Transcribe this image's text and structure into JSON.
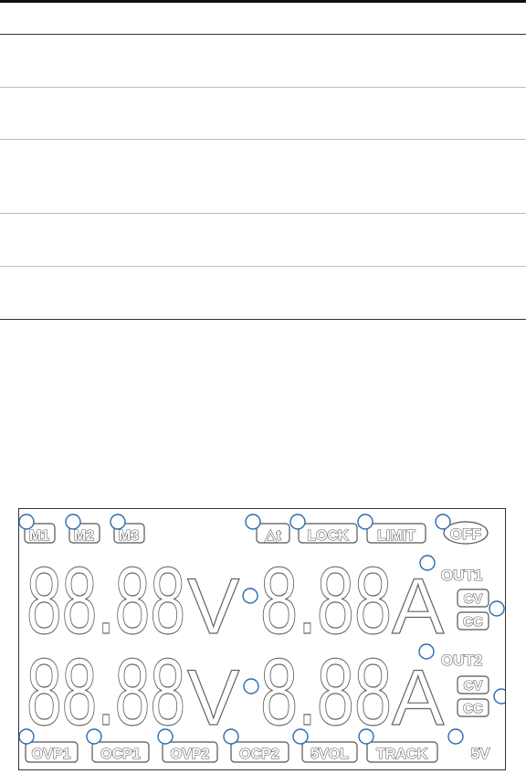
{
  "table": {
    "rows": [
      "",
      "",
      "",
      "",
      ""
    ]
  },
  "panel": {
    "top_labels": {
      "m1": "M1",
      "m2": "M2",
      "m3": "M3",
      "delta_t": "△t",
      "lock": "LOCK",
      "limit": "LIMIT",
      "off": "OFF"
    },
    "display_1": {
      "volts_digits": "88.88",
      "volts_unit": "V",
      "amps_digits": "8.88",
      "amps_unit": "A",
      "out_label": "OUT1",
      "cv": "CV",
      "cc": "CC"
    },
    "display_2": {
      "volts_digits": "88.88",
      "volts_unit": "V",
      "amps_digits": "8.88",
      "amps_unit": "A",
      "out_label": "OUT2",
      "cv": "CV",
      "cc": "CC"
    },
    "bottom_labels": {
      "ovp1": "OVP1",
      "ocp1": "OCP1",
      "ovp2": "OVP2",
      "ocp2": "OCP2",
      "fivevol": "5VOL",
      "track": "TRACK",
      "fivev": "5V"
    }
  },
  "colors": {
    "callout": "#2b6cb0",
    "outline": "#555555",
    "frame": "#333333"
  }
}
